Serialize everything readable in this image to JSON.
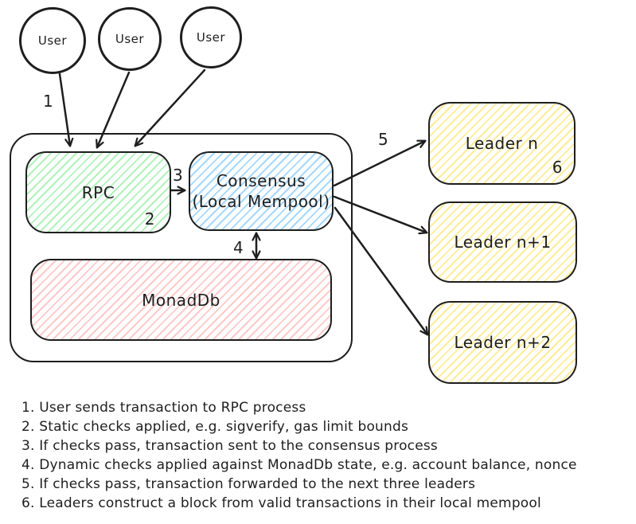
{
  "diagram": {
    "users": [
      {
        "label": "User"
      },
      {
        "label": "User"
      },
      {
        "label": "User"
      }
    ],
    "system_box": {
      "rpc": {
        "label": "RPC"
      },
      "consensus": {
        "line1": "Consensus",
        "line2": "(Local Mempool)"
      },
      "monaddb": {
        "label": "MonadDb"
      }
    },
    "leaders": [
      {
        "label": "Leader n"
      },
      {
        "label": "Leader n+1"
      },
      {
        "label": "Leader n+2"
      }
    ],
    "steps": {
      "user_to_rpc": "1",
      "rpc_checks": "2",
      "rpc_to_consensus": "3",
      "consensus_monaddb": "4",
      "to_leaders": "5",
      "leader_block": "6"
    },
    "legend": {
      "items": [
        "1. User sends transaction to RPC process",
        "2. Static checks applied, e.g. sigverify, gas limit bounds",
        "3. If checks pass, transaction sent to the consensus process",
        "4. Dynamic checks applied against MonadDb state, e.g. account balance, nonce",
        "5. If checks pass, transaction forwarded to the next three leaders",
        "6. Leaders construct a block from valid transactions in their local mempool"
      ]
    },
    "colors": {
      "stroke": "#1e1e1e",
      "rpc_fill": "#b2f2bb",
      "consensus_fill": "#a5d8ff",
      "monaddb_fill": "#ffc9c9",
      "leader_fill": "#ffec99"
    }
  }
}
